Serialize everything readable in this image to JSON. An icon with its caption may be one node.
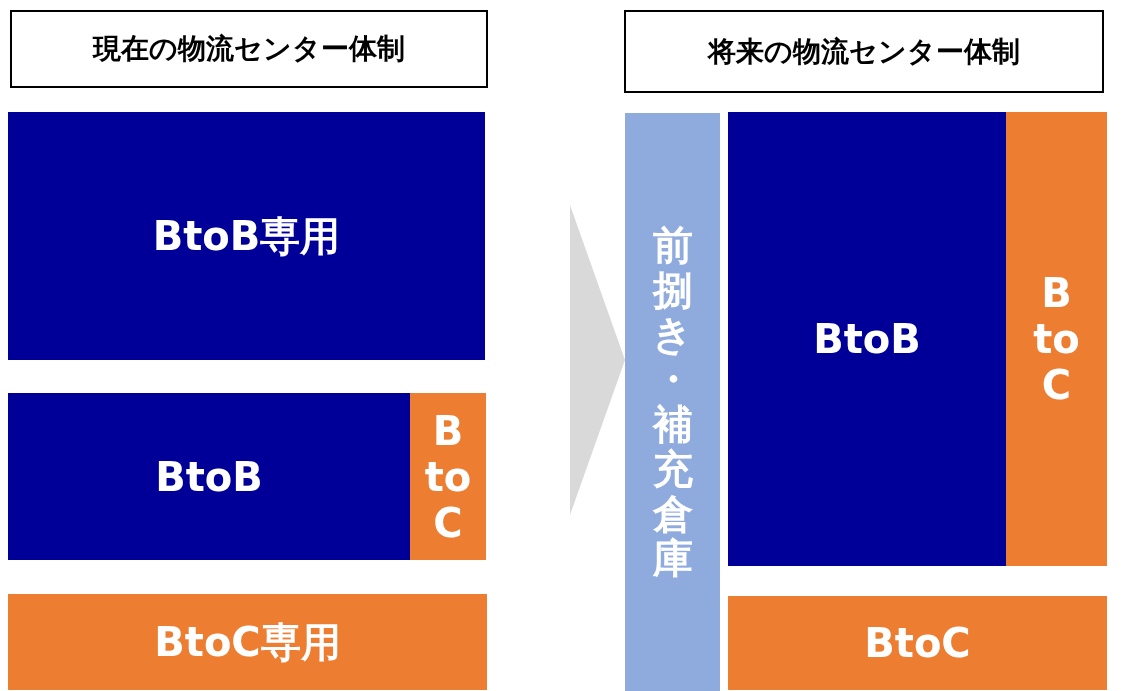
{
  "diagram": {
    "nodes": [
      {
        "text": [
          "現在の物流センター体制"
        ]
      },
      {
        "text": [
          "BtoB専用"
        ]
      },
      {
        "text": [
          "BtoB"
        ]
      },
      {
        "text": [
          "B to C"
        ]
      },
      {
        "text": [
          "BtoC専用"
        ]
      },
      {
        "text": [
          "将来の物流センター体制"
        ]
      },
      {
        "text": [
          "前捌き・補充倉庫"
        ]
      },
      {
        "text": [
          "BtoB"
        ]
      },
      {
        "text": [
          "B to C"
        ]
      },
      {
        "text": [
          "BtoC"
        ]
      }
    ],
    "edges": [
      {
        "from": null,
        "to": 6,
        "arrow": "to"
      }
    ]
  }
}
